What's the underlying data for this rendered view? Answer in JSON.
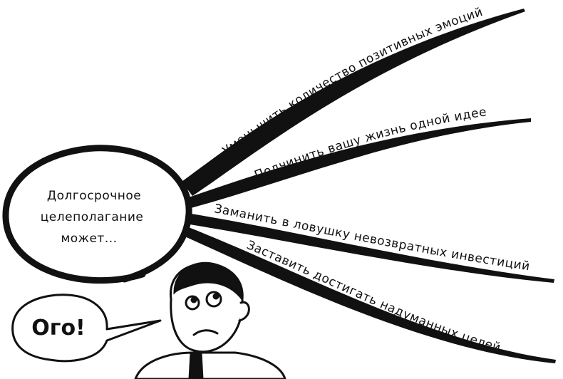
{
  "center": {
    "lines": [
      "Долгосрочное",
      "целеполагание",
      "может..."
    ]
  },
  "branches": [
    {
      "label": "Уменьшить количество позитивных эмоций"
    },
    {
      "label": "Подчинить вашу жизнь одной идее"
    },
    {
      "label": "Заманить в ловушку невозвратных инвестиций"
    },
    {
      "label": "Заставить достигать надуманных целей"
    }
  ],
  "speech": {
    "text": "Ого!"
  },
  "colors": {
    "ink": "#111111",
    "background": "#ffffff"
  }
}
